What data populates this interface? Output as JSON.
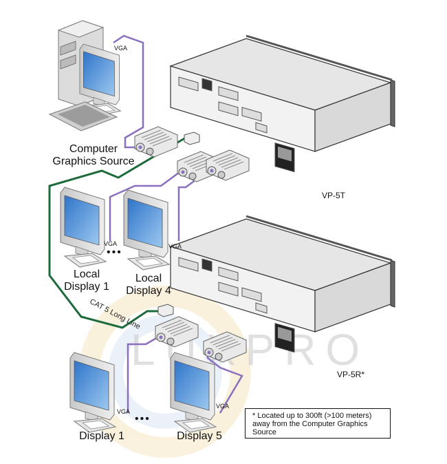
{
  "diagram": {
    "watermark": "LUXPRO",
    "devices": {
      "transmitter": {
        "model": "VP-5T"
      },
      "receiver": {
        "model": "VP-5R*"
      }
    },
    "source": {
      "label_line1": "Computer",
      "label_line2": "Graphics Source",
      "cable": "VGA"
    },
    "local_displays": [
      {
        "label_line1": "Local",
        "label_line2": "Display 1",
        "cable": "VGA"
      },
      {
        "label_line1": "Local",
        "label_line2": "Display 4",
        "cable": "VGA"
      }
    ],
    "remote_displays": [
      {
        "label": "Display 1",
        "cable": "VGA"
      },
      {
        "label": "Display 5",
        "cable": "VGA"
      }
    ],
    "ellipsis": "•••",
    "link_cable": "CAT 5 Long Line",
    "note": "* Located up to 300ft (>100 meters) away from the Computer Graphics Source",
    "colors": {
      "vga_cable": "#8a6fbf",
      "cat5_cable": "#1d6b3a",
      "chassis": "#e4e4e4",
      "screen": "#4a8fd6"
    }
  }
}
